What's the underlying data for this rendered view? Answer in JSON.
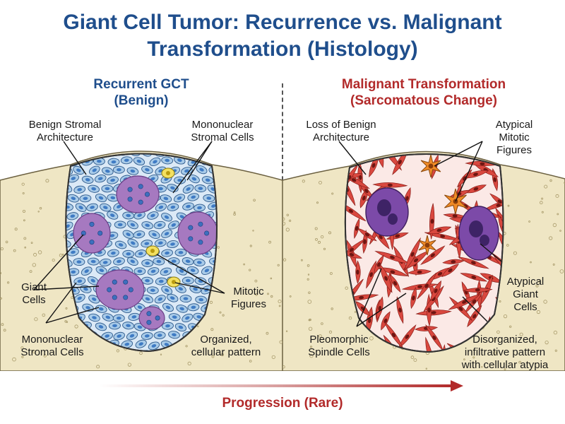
{
  "title_line1": "Giant Cell Tumor: Recurrence vs. Malignant",
  "title_line2": "Transformation (Histology)",
  "left": {
    "heading_line1": "Recurrent GCT",
    "heading_line2": "(Benign)",
    "labels": {
      "stromal_arch_1": "Benign Stromal",
      "stromal_arch_2": "Architecture",
      "mono_top_1": "Mononuclear",
      "mono_top_2": "Stromal Cells",
      "giant_1": "Giant",
      "giant_2": "Cells",
      "mitotic_1": "Mitotic",
      "mitotic_2": "Figures",
      "mono_bottom_1": "Mononuclear",
      "mono_bottom_2": "Stromal Cells",
      "organized_1": "Organized,",
      "organized_2": "cellular pattern"
    }
  },
  "right": {
    "heading_line1": "Malignant Transformation",
    "heading_line2": "(Sarcomatous Change)",
    "labels": {
      "loss_1": "Loss of Benign",
      "loss_2": "Architecture",
      "atyp_mit_1": "Atypical",
      "atyp_mit_2": "Mitotic",
      "atyp_mit_3": "Figures",
      "atyp_giant_1": "Atypical",
      "atyp_giant_2": "Giant",
      "atyp_giant_3": "Cells",
      "pleo_1": "Pleomorphic",
      "pleo_2": "Spindle Cells",
      "disorg_1": "Disorganized,",
      "disorg_2": "infiltrative pattern",
      "disorg_3": "with cellular atypia"
    }
  },
  "progression_label": "Progression (Rare)",
  "colors": {
    "title": "#1f4e8c",
    "malignant": "#b22a2a",
    "bone": "#efe6c4",
    "benign_cell": "#a9cbe8",
    "benign_nucleus": "#3f7bc4",
    "giant_cell": "#a679c0",
    "spindle_cell": "#d9483f",
    "mitotic": "#f3e060",
    "atypical_mitotic": "#f08a26"
  }
}
